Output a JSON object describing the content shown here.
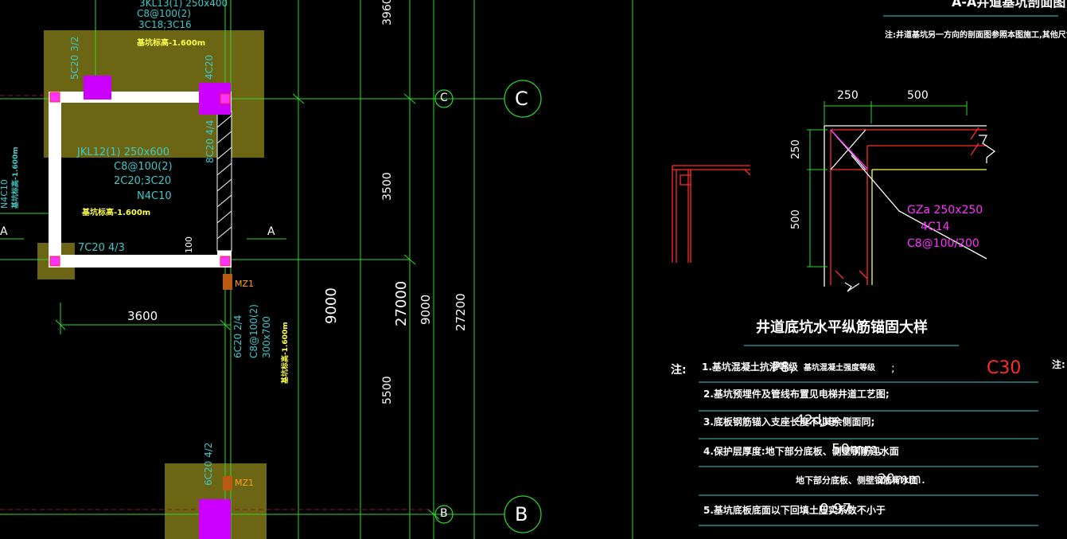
{
  "colors": {
    "background": "#000000",
    "cyan": "#3fc8c8",
    "green": "#2fd82f",
    "yellow": "#ffff4a",
    "magenta": "#ff33ff",
    "red": "#ff2a2a",
    "olive": "#6b6514",
    "white": "#ffffff"
  },
  "plan": {
    "top_beam": {
      "line1": "C8@100(2)",
      "line2": "3C18;3C16",
      "partial_top": "3KL13(1) 250x400"
    },
    "elev_top": "基坑标高-1.600m",
    "col_top_left": "5C20 3/2",
    "col_top_right": "4C20",
    "right_wall": "8C20 4/4",
    "beam_mid": {
      "line1": "JKL12(1) 250x600",
      "line2": "C8@100(2)",
      "line3": "2C20;3C20",
      "line4": "N4C10"
    },
    "elev_mid": "基坑标高-1.600m",
    "left_edge": {
      "line1": "N4C10",
      "line2": "基坑标高-1.600m"
    },
    "section_left": "A",
    "section_right": "A",
    "bottom_wall": "7C20 4/3",
    "dim_100": "100",
    "mz1": "MZ1",
    "right_beam": {
      "line1": "6C20 2/4",
      "line2": "C8@100(2)",
      "line3": "300x700",
      "elev": "基坑标高-1.600m"
    },
    "dim_3600": "3600",
    "bottom_col": "6C20 4/2",
    "mz1_bottom": "MZ1"
  },
  "dims": {
    "d3960": "3960",
    "d3500": "3500",
    "d5500": "5500",
    "d9000_big": "9000",
    "d27000": "27000",
    "d9000": "9000",
    "d27200": "27200"
  },
  "grid": {
    "C_small": "C",
    "C_big": "C",
    "B_small": "B",
    "B_big": "B"
  },
  "detail": {
    "section_title": "A-A井道基坑剖面图",
    "section_note": "注:井道基坑另一方向的剖面图参照本图施工,其他尺寸见平面标注。",
    "dim_250_top": "250",
    "dim_500_top": "500",
    "dim_250_side": "250",
    "dim_500_side": "500",
    "gz_label": "GZa 250x250",
    "gz_rebar": "4C14",
    "gz_stirrup": "C8@100/200",
    "detail_title": "井道底坑水平纵筋锚固大样"
  },
  "notes": {
    "label": "注:",
    "n1a": "1.基坑混凝土抗渗等级",
    "n1b": "P8,",
    "n1c": "基坑混凝土强度等级",
    "n1d": ";",
    "n1e": "C30",
    "n2": "2.基坑预埋件及管线布置见电梯井道工艺图;",
    "n3a": "3.底板钢筋锚入支座长度不小于",
    "n3b": "42d",
    "n3c": ",其余侧面同;",
    "n4a": "4.保护层厚度:地下部分底板、侧壁钢筋迎水面",
    "n4b": "50mm,",
    "n4c": "地下部分底板、侧壁钢筋背水面",
    "n4d": "20mm.",
    "n5a": "5.基坑底板底面以下回填土压实系数不小于",
    "n5b": "0.97.",
    "right_edge": "注:"
  }
}
